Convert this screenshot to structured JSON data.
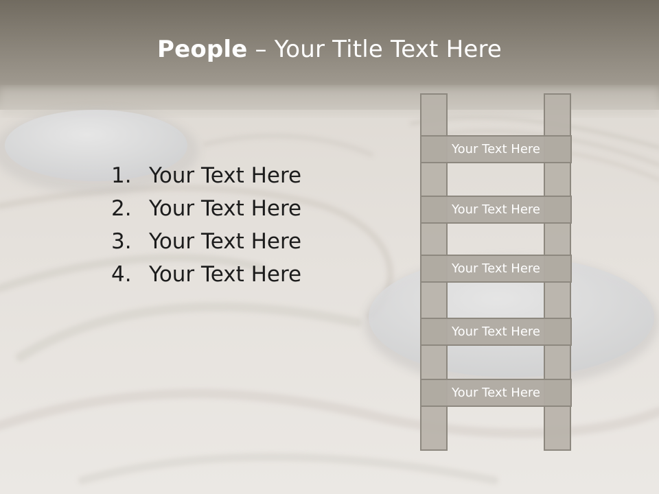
{
  "slide": {
    "title_bold": "People",
    "title_rest": " – Your Title Text Here"
  },
  "list": {
    "items": [
      {
        "number": "1.",
        "text": "Your Text Here"
      },
      {
        "number": "2.",
        "text": "Your Text Here"
      },
      {
        "number": "3.",
        "text": "Your Text Here"
      },
      {
        "number": "4.",
        "text": "Your Text Here"
      }
    ]
  },
  "ladder": {
    "rungs": [
      "Your Text Here",
      "Your Text Here",
      "Your Text Here",
      "Your Text Here",
      "Your Text Here"
    ]
  },
  "colors": {
    "title_bar": "#7a7468",
    "sand": "#e4e0db",
    "ladder_fill": "#b0aba2",
    "ladder_border": "#8d887f",
    "text_dark": "#1c1c1c",
    "text_light": "#ffffff"
  }
}
